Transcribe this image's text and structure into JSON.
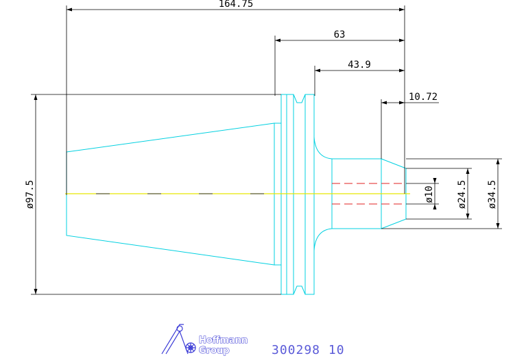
{
  "drawing": {
    "dimensions": {
      "overall_length": "164.75",
      "length_63": "63",
      "length_43_9": "43.9",
      "length_10_72": "10.72",
      "dia_97_5": "ø97.5",
      "dia_10": "ø10",
      "dia_24_5": "ø24.5",
      "dia_34_5": "ø34.5"
    },
    "logo": {
      "line1": "Hoffmann",
      "line2": "Group",
      "part_number": "300298 10"
    },
    "colors": {
      "outline": "#00d0e0",
      "dimension": "#000000",
      "centerline": "#e6e600",
      "hidden": "#e02020",
      "logo": "#3b3bd6"
    }
  }
}
